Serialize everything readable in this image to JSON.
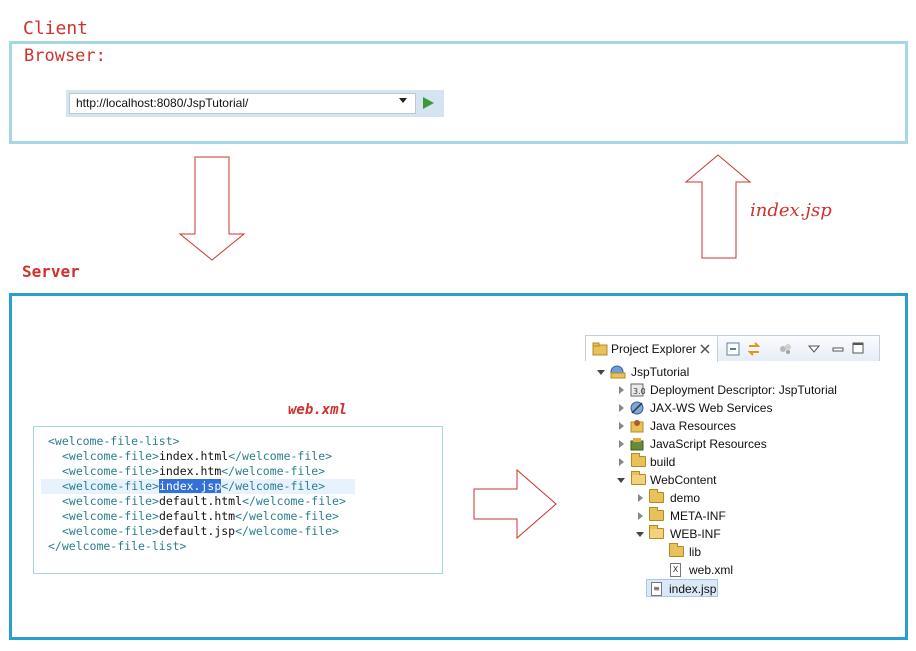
{
  "client": {
    "label": "Client"
  },
  "browser": {
    "label": "Browser:",
    "url": "http://localhost:8080/JspTutorial/"
  },
  "server": {
    "label": "Server"
  },
  "response": {
    "label": "index.jsp"
  },
  "webxml": {
    "label": "web.xml",
    "lines": [
      {
        "open": "<welcome-file-list>",
        "text": "",
        "close": ""
      },
      {
        "open": "<welcome-file>",
        "text": "index.html",
        "close": "</welcome-file>"
      },
      {
        "open": "<welcome-file>",
        "text": "index.htm",
        "close": "</welcome-file>"
      },
      {
        "open": "<welcome-file>",
        "text": "index.jsp",
        "close": "</welcome-file>"
      },
      {
        "open": "<welcome-file>",
        "text": "default.html",
        "close": "</welcome-file>"
      },
      {
        "open": "<welcome-file>",
        "text": "default.htm",
        "close": "</welcome-file>"
      },
      {
        "open": "<welcome-file>",
        "text": "default.jsp",
        "close": "</welcome-file>"
      },
      {
        "open": "</welcome-file-list>",
        "text": "",
        "close": ""
      }
    ]
  },
  "explorer": {
    "title": "Project Explorer",
    "items": [
      {
        "label": "JspTutorial"
      },
      {
        "label": "Deployment Descriptor: JspTutorial"
      },
      {
        "label": "JAX-WS Web Services"
      },
      {
        "label": "Java Resources"
      },
      {
        "label": "JavaScript Resources"
      },
      {
        "label": "build"
      },
      {
        "label": "WebContent"
      },
      {
        "label": "demo"
      },
      {
        "label": "META-INF"
      },
      {
        "label": "WEB-INF"
      },
      {
        "label": "lib"
      },
      {
        "label": "web.xml"
      },
      {
        "label": "index.jsp"
      }
    ]
  },
  "colors": {
    "annotation": "#d0312d",
    "client_border": "#a6d8df",
    "server_border": "#2a9dd1",
    "xml_tag": "#2a7f8c",
    "selection": "#3370d8"
  }
}
